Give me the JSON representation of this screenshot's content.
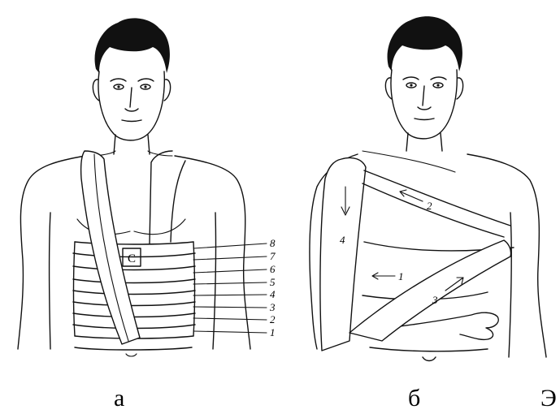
{
  "figure_a": {
    "caption": "а",
    "clip_letter": "С",
    "turn_numbers": [
      "1",
      "2",
      "3",
      "4",
      "5",
      "6",
      "7",
      "8"
    ]
  },
  "figure_b": {
    "caption": "б",
    "turn_numbers": [
      "1",
      "2",
      "3",
      "4"
    ]
  },
  "edge_fragment": "Э"
}
